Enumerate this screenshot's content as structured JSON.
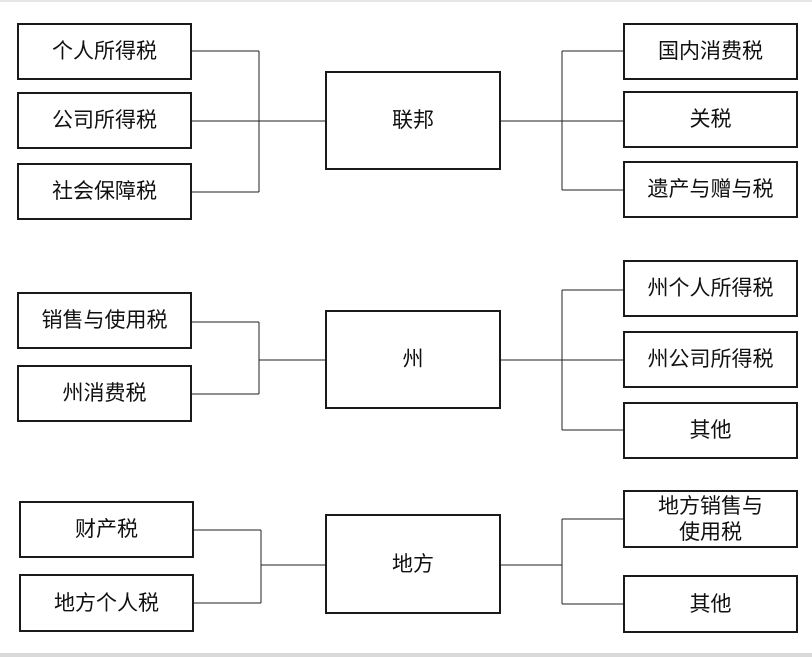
{
  "groups": {
    "federal": {
      "center": "联邦",
      "left": [
        "个人所得税",
        "公司所得税",
        "社会保障税"
      ],
      "right": [
        "国内消费税",
        "关税",
        "遗产与赠与税"
      ]
    },
    "state": {
      "center": "州",
      "left": [
        "销售与使用税",
        "州消费税"
      ],
      "right": [
        "州个人所得税",
        "州公司所得税",
        "其他"
      ]
    },
    "local": {
      "center": "地方",
      "left": [
        "财产税",
        "地方个人税"
      ],
      "right": [
        "地方销售与\n使用税",
        "其他"
      ]
    }
  }
}
